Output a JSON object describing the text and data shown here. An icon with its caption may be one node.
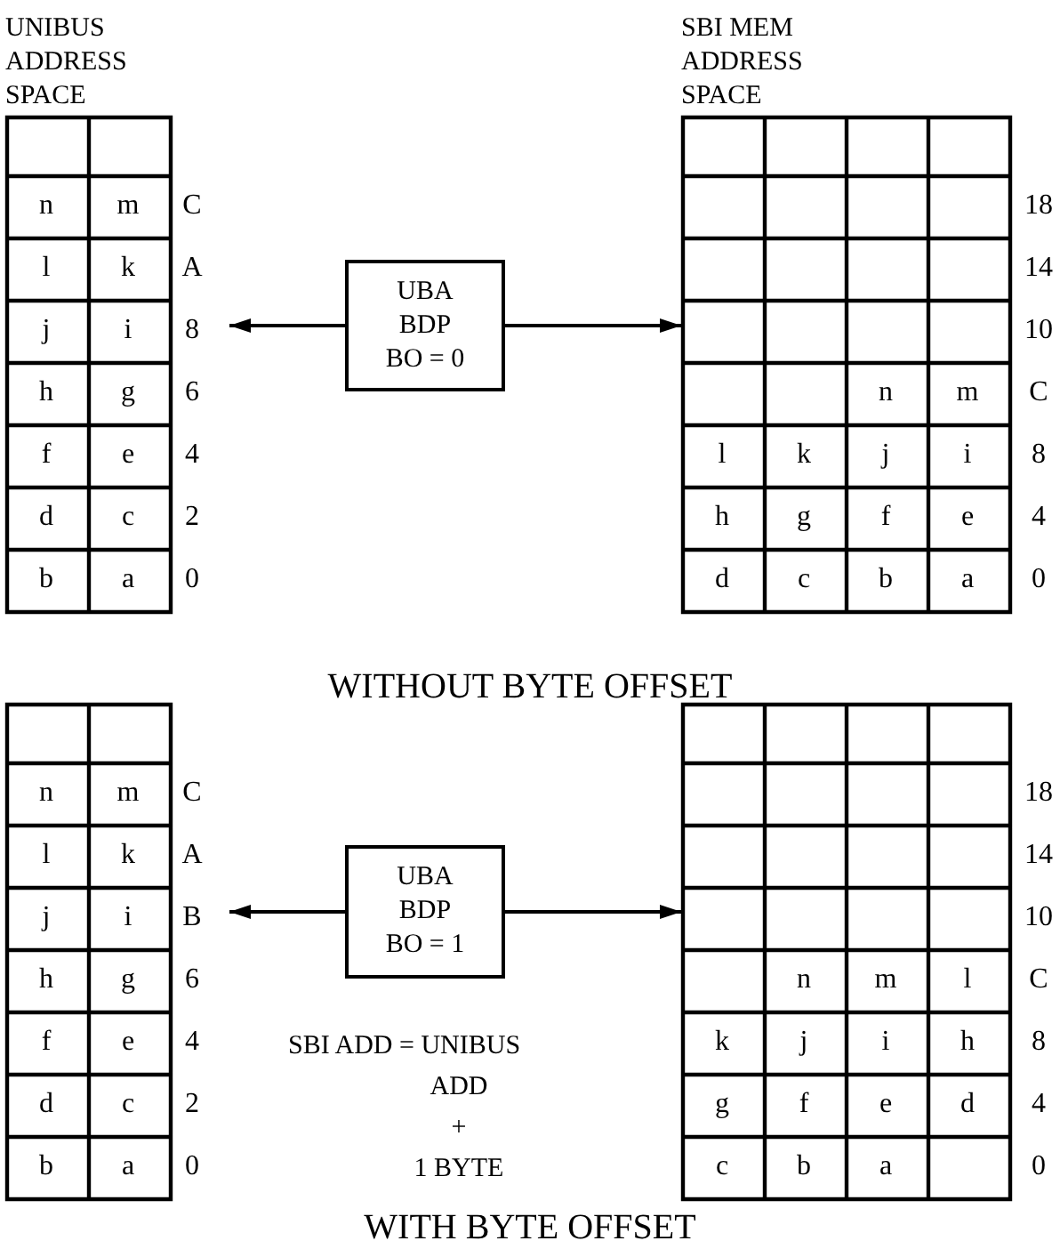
{
  "diagram": {
    "nodes": [
      {
        "text": [
          "UNIBUS ADDRESS SPACE"
        ]
      },
      {
        "text": [
          "UBA BDP BO = 0"
        ]
      },
      {
        "text": [
          "SBI MEM ADDRESS SPACE"
        ]
      },
      {
        "text": [],
        "shape": "box"
      },
      {
        "text": [
          "UBA BDP BO = 1"
        ]
      },
      {
        "text": [],
        "shape": "box"
      }
    ],
    "edges": [
      {
        "from": 1,
        "to": 0,
        "arrow": "to"
      },
      {
        "from": 1,
        "to": 2,
        "arrow": "to"
      },
      {
        "from": 4,
        "to": 3,
        "arrow": "to"
      },
      {
        "from": 4,
        "to": 5,
        "arrow": "to"
      }
    ],
    "labels": [
      "n",
      "m",
      "C",
      "l",
      "k",
      "A",
      "j",
      "i",
      "8",
      "h",
      "g",
      "6",
      "f",
      "e",
      "4",
      "d",
      "c",
      "2",
      "b",
      "a",
      "0",
      "18",
      "14",
      "10",
      "n",
      "m",
      "C",
      "l",
      "k",
      "j",
      "i",
      "8",
      "h",
      "g",
      "f",
      "e",
      "4",
      "d",
      "c",
      "b",
      "a",
      "0",
      "WITHOUT BYTE OFFSET",
      "n",
      "m",
      "C",
      "l",
      "k",
      "A",
      "j",
      "i",
      "B",
      "h",
      "g",
      "6",
      "f",
      "e",
      "4",
      "d",
      "c",
      "2",
      "b",
      "a",
      "0",
      "SBI ADD = UNIBUS ADD + 1 BYTE",
      "18",
      "14",
      "10",
      "n",
      "m",
      "l",
      "C",
      "k",
      "j",
      "i",
      "h",
      "8",
      "g",
      "f",
      "e",
      "d",
      "4",
      "c",
      "b",
      "a",
      "0",
      "WITH BYTE OFFSET"
    ]
  }
}
